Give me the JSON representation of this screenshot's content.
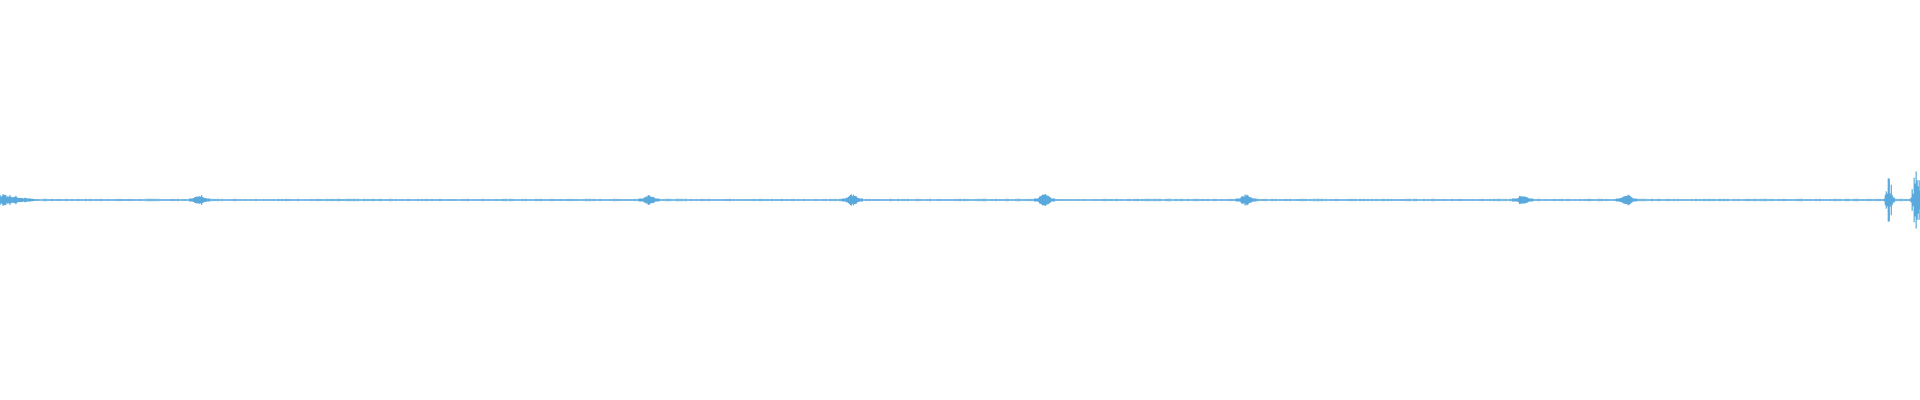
{
  "waveform": {
    "color": "#5aa9dc",
    "baseline_amplitude": 0.004,
    "duration_fraction_markers": [
      {
        "position": 0.0,
        "amplitude": 0.035,
        "label": "",
        "kind": "onset"
      },
      {
        "position": 0.104,
        "amplitude": 0.028,
        "label": "",
        "kind": "blip"
      },
      {
        "position": 0.338,
        "amplitude": 0.026,
        "label": "",
        "kind": "blip"
      },
      {
        "position": 0.444,
        "amplitude": 0.03,
        "label": "",
        "kind": "blip"
      },
      {
        "position": 0.544,
        "amplitude": 0.032,
        "label": "",
        "kind": "blip"
      },
      {
        "position": 0.649,
        "amplitude": 0.03,
        "label": "",
        "kind": "blip"
      },
      {
        "position": 0.793,
        "amplitude": 0.026,
        "label": "",
        "kind": "blip"
      },
      {
        "position": 0.847,
        "amplitude": 0.03,
        "label": "",
        "kind": "blip"
      },
      {
        "position": 0.984,
        "amplitude": 0.12,
        "label": "",
        "kind": "burst"
      },
      {
        "position": 0.998,
        "amplitude": 0.22,
        "label": "",
        "kind": "burst"
      }
    ]
  }
}
